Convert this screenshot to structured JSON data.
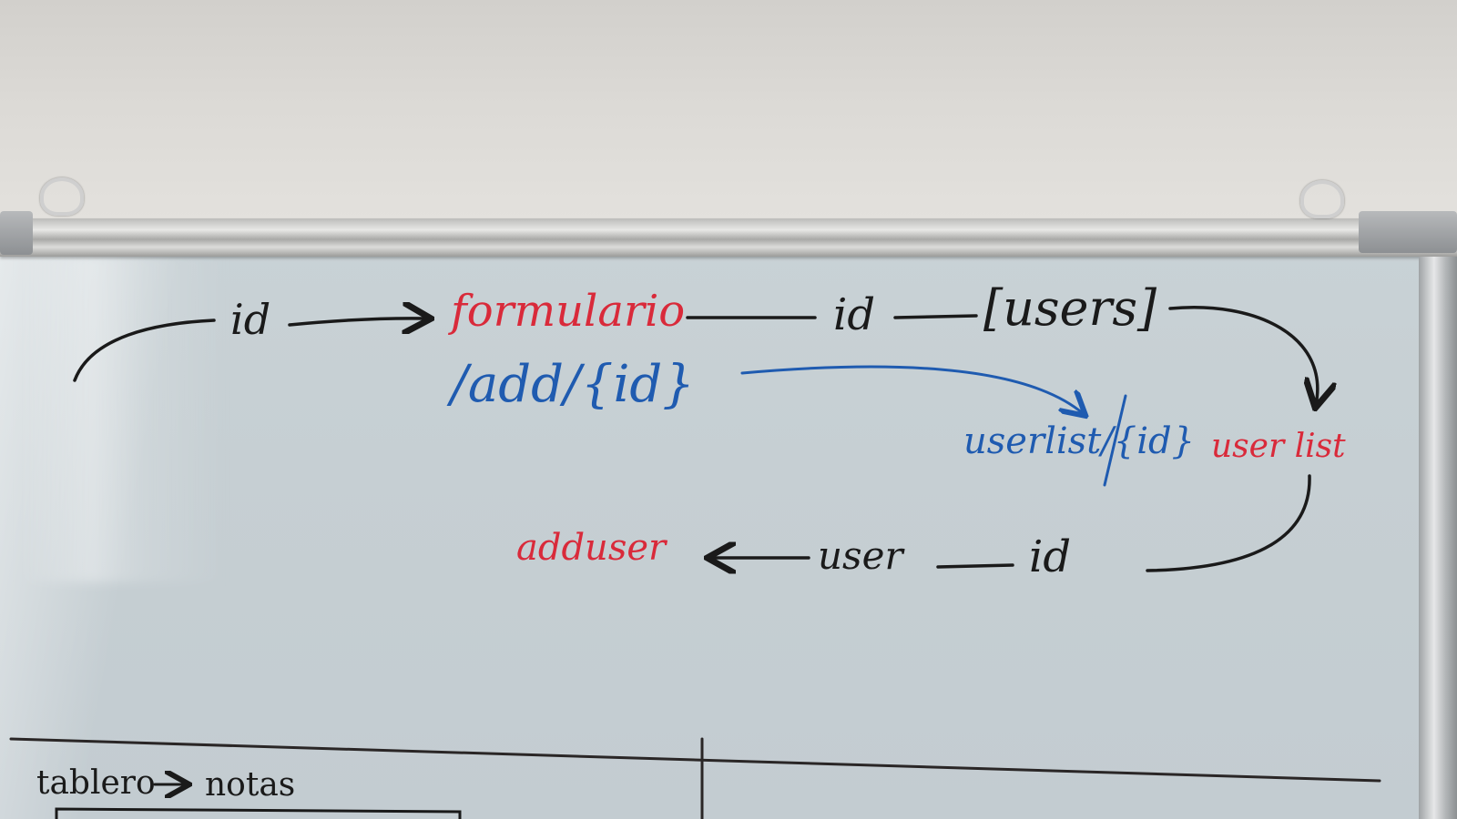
{
  "whiteboard": {
    "diagram": {
      "labels": {
        "id_left": "id",
        "formulario": "formulario",
        "id_top": "id",
        "users": "[users]",
        "add_path": "/add/{id}",
        "userlist_path": "userlist/{id}",
        "user_list": "user list",
        "adduser": "adduser",
        "user": "user",
        "id_bottom": "id"
      }
    },
    "notes": {
      "left_heading": "tablero",
      "left_target": "notas"
    },
    "ink_colors": {
      "black": "#1a1a1a",
      "red": "#d92a3a",
      "blue": "#1f5bb0"
    }
  }
}
